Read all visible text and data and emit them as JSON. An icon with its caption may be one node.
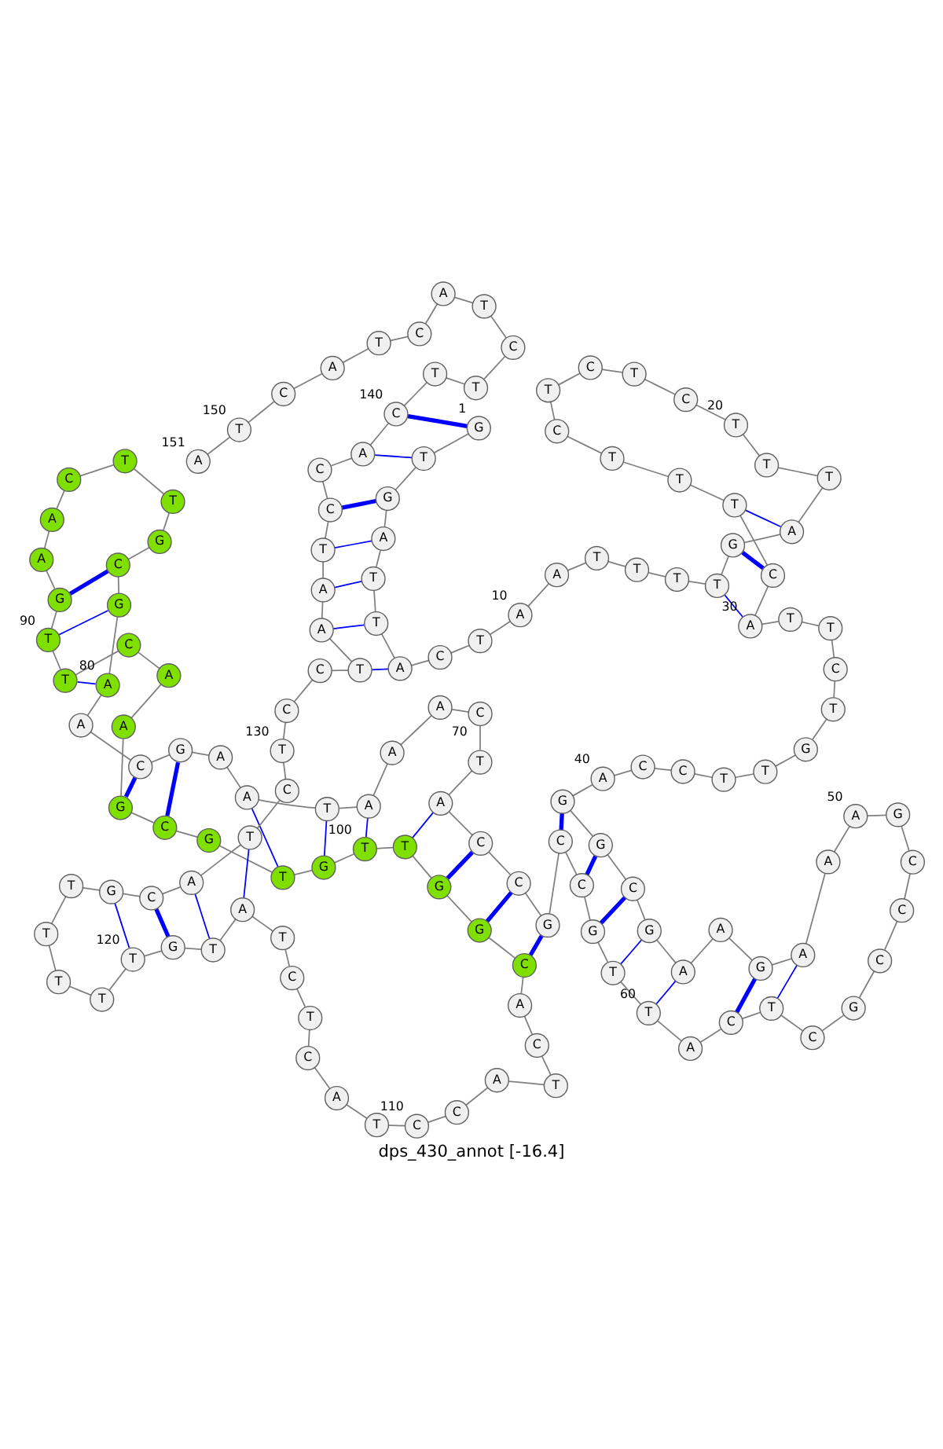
{
  "diagram": {
    "caption": "dps_430_annot [-16.4]",
    "nodes": [
      {
        "text": [
          "G"
        ],
        "beside": [
          "1"
        ]
      },
      {
        "text": [
          "T"
        ]
      },
      {
        "text": [
          "G"
        ]
      },
      {
        "text": [
          "A"
        ]
      },
      {
        "text": [
          "T"
        ]
      },
      {
        "text": [
          "T"
        ]
      },
      {
        "text": [
          "A"
        ]
      },
      {
        "text": [
          "C"
        ]
      },
      {
        "text": [
          "T"
        ]
      },
      {
        "text": [
          "A"
        ],
        "beside": [
          "10"
        ]
      },
      {
        "text": [
          "A"
        ]
      },
      {
        "text": [
          "T"
        ]
      },
      {
        "text": [
          "T"
        ]
      },
      {
        "text": [
          "T"
        ]
      },
      {
        "text": [
          "T"
        ]
      },
      {
        "text": [
          "G"
        ]
      },
      {
        "text": [
          "A"
        ]
      },
      {
        "text": [
          "T"
        ]
      },
      {
        "text": [
          "T"
        ]
      },
      {
        "text": [
          "T"
        ],
        "beside": [
          "20"
        ]
      },
      {
        "text": [
          "C"
        ]
      },
      {
        "text": [
          "T"
        ]
      },
      {
        "text": [
          "C"
        ]
      },
      {
        "text": [
          "T"
        ]
      },
      {
        "text": [
          "C"
        ]
      },
      {
        "text": [
          "T"
        ]
      },
      {
        "text": [
          "T"
        ]
      },
      {
        "text": [
          "T"
        ]
      },
      {
        "text": [
          "C"
        ]
      },
      {
        "text": [
          "A"
        ],
        "beside": [
          "30"
        ]
      },
      {
        "text": [
          "T"
        ]
      },
      {
        "text": [
          "T"
        ]
      },
      {
        "text": [
          "C"
        ]
      },
      {
        "text": [
          "T"
        ]
      },
      {
        "text": [
          "G"
        ]
      },
      {
        "text": [
          "T"
        ]
      },
      {
        "text": [
          "T"
        ]
      },
      {
        "text": [
          "C"
        ]
      },
      {
        "text": [
          "C"
        ]
      },
      {
        "text": [
          "A"
        ],
        "beside": [
          "40"
        ]
      },
      {
        "text": [
          "G"
        ]
      },
      {
        "text": [
          "G"
        ]
      },
      {
        "text": [
          "C"
        ]
      },
      {
        "text": [
          "G"
        ]
      },
      {
        "text": [
          "A"
        ]
      },
      {
        "text": [
          "A"
        ]
      },
      {
        "text": [
          "G"
        ]
      },
      {
        "text": [
          "A"
        ]
      },
      {
        "text": [
          "A"
        ]
      },
      {
        "text": [
          "A"
        ],
        "beside": [
          "50"
        ]
      },
      {
        "text": [
          "G"
        ]
      },
      {
        "text": [
          "C"
        ]
      },
      {
        "text": [
          "C"
        ]
      },
      {
        "text": [
          "C"
        ]
      },
      {
        "text": [
          "G"
        ]
      },
      {
        "text": [
          "C"
        ]
      },
      {
        "text": [
          "T"
        ]
      },
      {
        "text": [
          "C"
        ]
      },
      {
        "text": [
          "A"
        ]
      },
      {
        "text": [
          "T"
        ],
        "beside": [
          "60"
        ]
      },
      {
        "text": [
          "T"
        ]
      },
      {
        "text": [
          "G"
        ]
      },
      {
        "text": [
          "C"
        ]
      },
      {
        "text": [
          "C"
        ]
      },
      {
        "text": [
          "G"
        ]
      },
      {
        "text": [
          "C"
        ]
      },
      {
        "text": [
          "C"
        ]
      },
      {
        "text": [
          "A"
        ]
      },
      {
        "text": [
          "T"
        ]
      },
      {
        "text": [
          "C"
        ],
        "beside": [
          "70"
        ]
      },
      {
        "text": [
          "A"
        ]
      },
      {
        "text": [
          "A"
        ]
      },
      {
        "text": [
          "A"
        ]
      },
      {
        "text": [
          "T"
        ]
      },
      {
        "text": [
          "A"
        ]
      },
      {
        "text": [
          "A"
        ]
      },
      {
        "text": [
          "G"
        ]
      },
      {
        "text": [
          "C"
        ]
      },
      {
        "text": [
          "A"
        ]
      },
      {
        "text": [
          "A"
        ],
        "beside": [
          "80"
        ]
      },
      {
        "text": [
          "G"
        ]
      },
      {
        "text": [
          "C"
        ]
      },
      {
        "text": [
          "G"
        ]
      },
      {
        "text": [
          "T"
        ]
      },
      {
        "text": [
          "T"
        ]
      },
      {
        "text": [
          "C"
        ]
      },
      {
        "text": [
          "A"
        ]
      },
      {
        "text": [
          "A"
        ]
      },
      {
        "text": [
          "G"
        ]
      },
      {
        "text": [
          "T"
        ],
        "beside": [
          "90"
        ]
      },
      {
        "text": [
          "T"
        ]
      },
      {
        "text": [
          "C"
        ]
      },
      {
        "text": [
          "A"
        ]
      },
      {
        "text": [
          "A"
        ]
      },
      {
        "text": [
          "G"
        ]
      },
      {
        "text": [
          "C"
        ]
      },
      {
        "text": [
          "G"
        ]
      },
      {
        "text": [
          "T"
        ]
      },
      {
        "text": [
          "G"
        ]
      },
      {
        "text": [
          "T"
        ],
        "beside": [
          "100"
        ]
      },
      {
        "text": [
          "T"
        ]
      },
      {
        "text": [
          "G"
        ]
      },
      {
        "text": [
          "G"
        ]
      },
      {
        "text": [
          "C"
        ]
      },
      {
        "text": [
          "A"
        ]
      },
      {
        "text": [
          "C"
        ]
      },
      {
        "text": [
          "T"
        ]
      },
      {
        "text": [
          "A"
        ]
      },
      {
        "text": [
          "C"
        ]
      },
      {
        "text": [
          "C"
        ],
        "beside": [
          "110"
        ]
      },
      {
        "text": [
          "T"
        ]
      },
      {
        "text": [
          "A"
        ]
      },
      {
        "text": [
          "C"
        ]
      },
      {
        "text": [
          "T"
        ]
      },
      {
        "text": [
          "C"
        ]
      },
      {
        "text": [
          "T"
        ]
      },
      {
        "text": [
          "A"
        ]
      },
      {
        "text": [
          "T"
        ]
      },
      {
        "text": [
          "G"
        ]
      },
      {
        "text": [
          "T"
        ],
        "beside": [
          "120"
        ]
      },
      {
        "text": [
          "T"
        ]
      },
      {
        "text": [
          "T"
        ]
      },
      {
        "text": [
          "T"
        ]
      },
      {
        "text": [
          "T"
        ]
      },
      {
        "text": [
          "G"
        ]
      },
      {
        "text": [
          "C"
        ]
      },
      {
        "text": [
          "A"
        ]
      },
      {
        "text": [
          "T"
        ]
      },
      {
        "text": [
          "C"
        ]
      },
      {
        "text": [
          "T"
        ],
        "beside": [
          "130"
        ]
      },
      {
        "text": [
          "C"
        ]
      },
      {
        "text": [
          "C"
        ]
      },
      {
        "text": [
          "T"
        ]
      },
      {
        "text": [
          "A"
        ]
      },
      {
        "text": [
          "A"
        ]
      },
      {
        "text": [
          "T"
        ]
      },
      {
        "text": [
          "C"
        ]
      },
      {
        "text": [
          "C"
        ]
      },
      {
        "text": [
          "A"
        ]
      },
      {
        "text": [
          "C"
        ],
        "beside": [
          "140"
        ]
      },
      {
        "text": [
          "T"
        ]
      },
      {
        "text": [
          "T"
        ]
      },
      {
        "text": [
          "C"
        ]
      },
      {
        "text": [
          "T"
        ]
      },
      {
        "text": [
          "A"
        ]
      },
      {
        "text": [
          "C"
        ]
      },
      {
        "text": [
          "T"
        ]
      },
      {
        "text": [
          "A"
        ]
      },
      {
        "text": [
          "C"
        ]
      },
      {
        "text": [
          "T"
        ],
        "beside": [
          "150"
        ]
      },
      {
        "text": [
          "A"
        ],
        "beside": [
          "151"
        ]
      }
    ],
    "edges": [
      {
        "from": 0,
        "to": 1,
        "arrow": "none"
      },
      {
        "from": 1,
        "to": 2,
        "arrow": "none"
      },
      {
        "from": 2,
        "to": 3,
        "arrow": "none"
      },
      {
        "from": 3,
        "to": 4,
        "arrow": "none"
      },
      {
        "from": 4,
        "to": 5,
        "arrow": "none"
      },
      {
        "from": 5,
        "to": 6,
        "arrow": "none"
      },
      {
        "from": 6,
        "to": 7,
        "arrow": "none"
      },
      {
        "from": 7,
        "to": 8,
        "arrow": "none"
      },
      {
        "from": 8,
        "to": 9,
        "arrow": "none"
      },
      {
        "from": 9,
        "to": 10,
        "arrow": "none"
      },
      {
        "from": 10,
        "to": 11,
        "arrow": "none"
      },
      {
        "from": 11,
        "to": 12,
        "arrow": "none"
      },
      {
        "from": 12,
        "to": 13,
        "arrow": "none"
      },
      {
        "from": 13,
        "to": 14,
        "arrow": "none"
      },
      {
        "from": 14,
        "to": 15,
        "arrow": "none"
      },
      {
        "from": 15,
        "to": 16,
        "arrow": "none"
      },
      {
        "from": 16,
        "to": 17,
        "arrow": "none"
      },
      {
        "from": 17,
        "to": 18,
        "arrow": "none"
      },
      {
        "from": 18,
        "to": 19,
        "arrow": "none"
      },
      {
        "from": 19,
        "to": 20,
        "arrow": "none"
      },
      {
        "from": 20,
        "to": 21,
        "arrow": "none"
      },
      {
        "from": 21,
        "to": 22,
        "arrow": "none"
      },
      {
        "from": 22,
        "to": 23,
        "arrow": "none"
      },
      {
        "from": 23,
        "to": 24,
        "arrow": "none"
      },
      {
        "from": 24,
        "to": 25,
        "arrow": "none"
      },
      {
        "from": 25,
        "to": 26,
        "arrow": "none"
      },
      {
        "from": 26,
        "to": 27,
        "arrow": "none"
      },
      {
        "from": 27,
        "to": 28,
        "arrow": "none"
      },
      {
        "from": 28,
        "to": 29,
        "arrow": "none"
      },
      {
        "from": 29,
        "to": 30,
        "arrow": "none"
      },
      {
        "from": 30,
        "to": 31,
        "arrow": "none"
      },
      {
        "from": 31,
        "to": 32,
        "arrow": "none"
      },
      {
        "from": 32,
        "to": 33,
        "arrow": "none"
      },
      {
        "from": 33,
        "to": 34,
        "arrow": "none"
      },
      {
        "from": 34,
        "to": 35,
        "arrow": "none"
      },
      {
        "from": 35,
        "to": 36,
        "arrow": "none"
      },
      {
        "from": 36,
        "to": 37,
        "arrow": "none"
      },
      {
        "from": 37,
        "to": 38,
        "arrow": "none"
      },
      {
        "from": 38,
        "to": 39,
        "arrow": "none"
      },
      {
        "from": 39,
        "to": 40,
        "arrow": "none"
      },
      {
        "from": 40,
        "to": 41,
        "arrow": "none"
      },
      {
        "from": 41,
        "to": 42,
        "arrow": "none"
      },
      {
        "from": 42,
        "to": 43,
        "arrow": "none"
      },
      {
        "from": 43,
        "to": 44,
        "arrow": "none"
      },
      {
        "from": 44,
        "to": 45,
        "arrow": "none"
      },
      {
        "from": 45,
        "to": 46,
        "arrow": "none"
      },
      {
        "from": 46,
        "to": 47,
        "arrow": "none"
      },
      {
        "from": 47,
        "to": 48,
        "arrow": "none"
      },
      {
        "from": 48,
        "to": 49,
        "arrow": "none"
      },
      {
        "from": 49,
        "to": 50,
        "arrow": "none"
      },
      {
        "from": 50,
        "to": 51,
        "arrow": "none"
      },
      {
        "from": 51,
        "to": 52,
        "arrow": "none"
      },
      {
        "from": 52,
        "to": 53,
        "arrow": "none"
      },
      {
        "from": 53,
        "to": 54,
        "arrow": "none"
      },
      {
        "from": 54,
        "to": 55,
        "arrow": "none"
      },
      {
        "from": 55,
        "to": 56,
        "arrow": "none"
      },
      {
        "from": 56,
        "to": 57,
        "arrow": "none"
      },
      {
        "from": 57,
        "to": 58,
        "arrow": "none"
      },
      {
        "from": 58,
        "to": 59,
        "arrow": "none"
      },
      {
        "from": 59,
        "to": 60,
        "arrow": "none"
      },
      {
        "from": 60,
        "to": 61,
        "arrow": "none"
      },
      {
        "from": 61,
        "to": 62,
        "arrow": "none"
      },
      {
        "from": 62,
        "to": 63,
        "arrow": "none"
      },
      {
        "from": 63,
        "to": 64,
        "arrow": "none"
      },
      {
        "from": 64,
        "to": 65,
        "arrow": "none"
      },
      {
        "from": 65,
        "to": 66,
        "arrow": "none"
      },
      {
        "from": 66,
        "to": 67,
        "arrow": "none"
      },
      {
        "from": 67,
        "to": 68,
        "arrow": "none"
      },
      {
        "from": 68,
        "to": 69,
        "arrow": "none"
      },
      {
        "from": 69,
        "to": 70,
        "arrow": "none"
      },
      {
        "from": 70,
        "to": 71,
        "arrow": "none"
      },
      {
        "from": 71,
        "to": 72,
        "arrow": "none"
      },
      {
        "from": 72,
        "to": 73,
        "arrow": "none"
      },
      {
        "from": 73,
        "to": 74,
        "arrow": "none"
      },
      {
        "from": 74,
        "to": 75,
        "arrow": "none"
      },
      {
        "from": 75,
        "to": 76,
        "arrow": "none"
      },
      {
        "from": 76,
        "to": 77,
        "arrow": "none"
      },
      {
        "from": 77,
        "to": 78,
        "arrow": "none"
      },
      {
        "from": 78,
        "to": 79,
        "arrow": "none"
      },
      {
        "from": 79,
        "to": 80,
        "arrow": "none"
      },
      {
        "from": 80,
        "to": 81,
        "arrow": "none"
      },
      {
        "from": 81,
        "to": 82,
        "arrow": "none"
      },
      {
        "from": 82,
        "to": 83,
        "arrow": "none"
      },
      {
        "from": 83,
        "to": 84,
        "arrow": "none"
      },
      {
        "from": 84,
        "to": 85,
        "arrow": "none"
      },
      {
        "from": 85,
        "to": 86,
        "arrow": "none"
      },
      {
        "from": 86,
        "to": 87,
        "arrow": "none"
      },
      {
        "from": 87,
        "to": 88,
        "arrow": "none"
      },
      {
        "from": 88,
        "to": 89,
        "arrow": "none"
      },
      {
        "from": 89,
        "to": 90,
        "arrow": "none"
      },
      {
        "from": 90,
        "to": 91,
        "arrow": "none"
      },
      {
        "from": 91,
        "to": 92,
        "arrow": "none"
      },
      {
        "from": 92,
        "to": 93,
        "arrow": "none"
      },
      {
        "from": 93,
        "to": 94,
        "arrow": "none"
      },
      {
        "from": 94,
        "to": 95,
        "arrow": "none"
      },
      {
        "from": 95,
        "to": 96,
        "arrow": "none"
      },
      {
        "from": 96,
        "to": 97,
        "arrow": "none"
      },
      {
        "from": 97,
        "to": 98,
        "arrow": "none"
      },
      {
        "from": 98,
        "to": 99,
        "arrow": "none"
      },
      {
        "from": 99,
        "to": 100,
        "arrow": "none"
      },
      {
        "from": 100,
        "to": 101,
        "arrow": "none"
      },
      {
        "from": 101,
        "to": 102,
        "arrow": "none"
      },
      {
        "from": 102,
        "to": 103,
        "arrow": "none"
      },
      {
        "from": 103,
        "to": 104,
        "arrow": "none"
      },
      {
        "from": 104,
        "to": 105,
        "arrow": "none"
      },
      {
        "from": 105,
        "to": 106,
        "arrow": "none"
      },
      {
        "from": 106,
        "to": 107,
        "arrow": "none"
      },
      {
        "from": 107,
        "to": 108,
        "arrow": "none"
      },
      {
        "from": 108,
        "to": 109,
        "arrow": "none"
      },
      {
        "from": 109,
        "to": 110,
        "arrow": "none"
      },
      {
        "from": 110,
        "to": 111,
        "arrow": "none"
      },
      {
        "from": 111,
        "to": 112,
        "arrow": "none"
      },
      {
        "from": 112,
        "to": 113,
        "arrow": "none"
      },
      {
        "from": 113,
        "to": 114,
        "arrow": "none"
      },
      {
        "from": 114,
        "to": 115,
        "arrow": "none"
      },
      {
        "from": 115,
        "to": 116,
        "arrow": "none"
      },
      {
        "from": 116,
        "to": 117,
        "arrow": "none"
      },
      {
        "from": 117,
        "to": 118,
        "arrow": "none"
      },
      {
        "from": 118,
        "to": 119,
        "arrow": "none"
      },
      {
        "from": 119,
        "to": 120,
        "arrow": "none"
      },
      {
        "from": 120,
        "to": 121,
        "arrow": "none"
      },
      {
        "from": 121,
        "to": 122,
        "arrow": "none"
      },
      {
        "from": 122,
        "to": 123,
        "arrow": "none"
      },
      {
        "from": 123,
        "to": 124,
        "arrow": "none"
      },
      {
        "from": 124,
        "to": 125,
        "arrow": "none"
      },
      {
        "from": 125,
        "to": 126,
        "arrow": "none"
      },
      {
        "from": 126,
        "to": 127,
        "arrow": "none"
      },
      {
        "from": 127,
        "to": 128,
        "arrow": "none"
      },
      {
        "from": 128,
        "to": 129,
        "arrow": "none"
      },
      {
        "from": 129,
        "to": 130,
        "arrow": "none"
      },
      {
        "from": 130,
        "to": 131,
        "arrow": "none"
      },
      {
        "from": 131,
        "to": 132,
        "arrow": "none"
      },
      {
        "from": 132,
        "to": 133,
        "arrow": "none"
      },
      {
        "from": 133,
        "to": 134,
        "arrow": "none"
      },
      {
        "from": 134,
        "to": 135,
        "arrow": "none"
      },
      {
        "from": 135,
        "to": 136,
        "arrow": "none"
      },
      {
        "from": 136,
        "to": 137,
        "arrow": "none"
      },
      {
        "from": 137,
        "to": 138,
        "arrow": "none"
      },
      {
        "from": 138,
        "to": 139,
        "arrow": "none"
      },
      {
        "from": 139,
        "to": 140,
        "arrow": "none"
      },
      {
        "from": 140,
        "to": 141,
        "arrow": "none"
      },
      {
        "from": 141,
        "to": 142,
        "arrow": "none"
      },
      {
        "from": 142,
        "to": 143,
        "arrow": "none"
      },
      {
        "from": 143,
        "to": 144,
        "arrow": "none"
      },
      {
        "from": 144,
        "to": 145,
        "arrow": "none"
      },
      {
        "from": 145,
        "to": 146,
        "arrow": "none"
      },
      {
        "from": 146,
        "to": 147,
        "arrow": "none"
      },
      {
        "from": 147,
        "to": 148,
        "arrow": "none"
      },
      {
        "from": 148,
        "to": 149,
        "arrow": "none"
      },
      {
        "from": 149,
        "to": 150,
        "arrow": "none"
      },
      {
        "from": 0,
        "to": 139,
        "arrow": "none",
        "style": "thick",
        "color": "#0000ff"
      },
      {
        "from": 1,
        "to": 138,
        "arrow": "none",
        "color": "#0000ff"
      },
      {
        "from": 2,
        "to": 136,
        "arrow": "none",
        "style": "thick",
        "color": "#0000ff"
      },
      {
        "from": 3,
        "to": 135,
        "arrow": "none",
        "color": "#0000ff"
      },
      {
        "from": 4,
        "to": 134,
        "arrow": "none",
        "color": "#0000ff"
      },
      {
        "from": 5,
        "to": 133,
        "arrow": "none",
        "color": "#0000ff"
      },
      {
        "from": 6,
        "to": 132,
        "arrow": "none",
        "color": "#0000ff"
      },
      {
        "from": 14,
        "to": 29,
        "arrow": "none",
        "color": "#0000ff"
      },
      {
        "from": 15,
        "to": 28,
        "arrow": "none",
        "style": "thick",
        "color": "#0000ff"
      },
      {
        "from": 16,
        "to": 27,
        "arrow": "none",
        "color": "#0000ff"
      },
      {
        "from": 40,
        "to": 63,
        "arrow": "none",
        "style": "thick",
        "color": "#0000ff"
      },
      {
        "from": 41,
        "to": 62,
        "arrow": "none",
        "style": "thick",
        "color": "#0000ff"
      },
      {
        "from": 42,
        "to": 61,
        "arrow": "none",
        "style": "thick",
        "color": "#0000ff"
      },
      {
        "from": 43,
        "to": 60,
        "arrow": "none",
        "color": "#0000ff"
      },
      {
        "from": 44,
        "to": 59,
        "arrow": "none",
        "color": "#0000ff"
      },
      {
        "from": 46,
        "to": 57,
        "arrow": "none",
        "style": "thick",
        "color": "#0000ff"
      },
      {
        "from": 47,
        "to": 56,
        "arrow": "none",
        "color": "#0000ff"
      },
      {
        "from": 64,
        "to": 103,
        "arrow": "none",
        "style": "thick",
        "color": "#0000ff"
      },
      {
        "from": 65,
        "to": 102,
        "arrow": "none",
        "style": "thick",
        "color": "#0000ff"
      },
      {
        "from": 66,
        "to": 101,
        "arrow": "none",
        "style": "thick",
        "color": "#0000ff"
      },
      {
        "from": 67,
        "to": 100,
        "arrow": "none",
        "color": "#0000ff"
      },
      {
        "from": 72,
        "to": 99,
        "arrow": "none",
        "color": "#0000ff"
      },
      {
        "from": 73,
        "to": 98,
        "arrow": "none",
        "color": "#0000ff"
      },
      {
        "from": 74,
        "to": 97,
        "arrow": "none",
        "color": "#0000ff"
      },
      {
        "from": 76,
        "to": 95,
        "arrow": "none",
        "style": "thick",
        "color": "#0000ff"
      },
      {
        "from": 77,
        "to": 94,
        "arrow": "none",
        "style": "thick",
        "color": "#0000ff"
      },
      {
        "from": 79,
        "to": 90,
        "arrow": "none",
        "color": "#0000ff"
      },
      {
        "from": 80,
        "to": 89,
        "arrow": "none",
        "color": "#0000ff"
      },
      {
        "from": 81,
        "to": 88,
        "arrow": "none",
        "style": "thick",
        "color": "#0000ff"
      },
      {
        "from": 116,
        "to": 127,
        "arrow": "none",
        "color": "#0000ff"
      },
      {
        "from": 117,
        "to": 126,
        "arrow": "none",
        "color": "#0000ff"
      },
      {
        "from": 118,
        "to": 125,
        "arrow": "none",
        "style": "thick",
        "color": "#0000ff"
      },
      {
        "from": 119,
        "to": 124,
        "arrow": "none",
        "color": "#0000ff"
      }
    ]
  }
}
